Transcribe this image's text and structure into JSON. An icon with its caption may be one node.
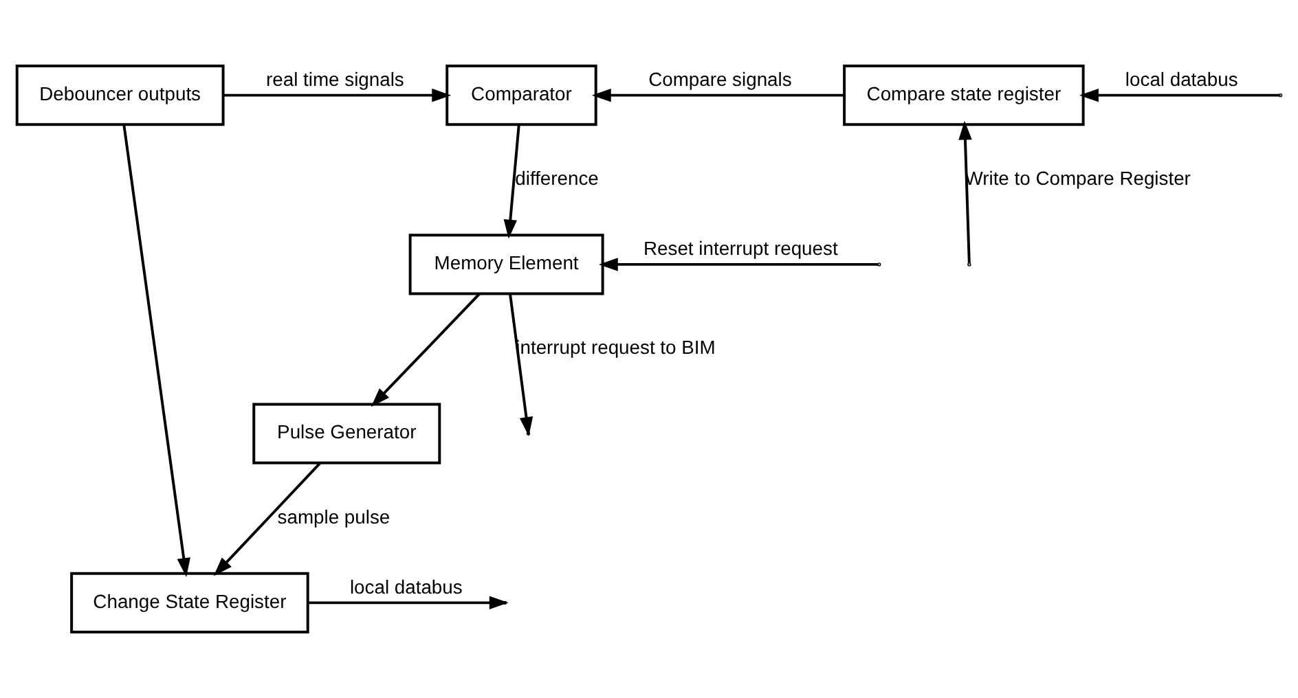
{
  "diagram": {
    "nodes": [
      {
        "text": [
          "Debouncer outputs"
        ]
      },
      {
        "text": [
          "Comparator"
        ]
      },
      {
        "text": [
          "Compare state register"
        ]
      },
      {
        "text": [
          "Change State Register"
        ]
      },
      {
        "text": [
          "Memory Element"
        ]
      },
      {
        "text": [
          "Pulse Generator"
        ]
      }
    ],
    "edges": [
      {
        "from": 0,
        "to": 1,
        "arrow": "to",
        "label": "real time signals"
      },
      {
        "from": 0,
        "to": 3,
        "arrow": "to"
      },
      {
        "from": 2,
        "to": 1,
        "arrow": "to",
        "label": "Compare signals"
      },
      {
        "from": null,
        "to": 2,
        "arrow": "to",
        "label": "local databus"
      },
      {
        "from": 3,
        "to": null,
        "arrow": "to",
        "label": "local databus"
      },
      {
        "from": 1,
        "to": 4,
        "arrow": "to",
        "label": "difference"
      },
      {
        "from": null,
        "to": 4,
        "arrow": "to",
        "label": "Reset interrupt request"
      },
      {
        "from": null,
        "to": 2,
        "arrow": "to",
        "label": "Write to Compare Register"
      },
      {
        "from": 4,
        "to": 5,
        "arrow": "to"
      },
      {
        "from": 4,
        "to": null,
        "arrow": "to",
        "label": "interrupt request to BIM"
      },
      {
        "from": 5,
        "to": 3,
        "arrow": "to",
        "label": "sample pulse"
      }
    ]
  }
}
